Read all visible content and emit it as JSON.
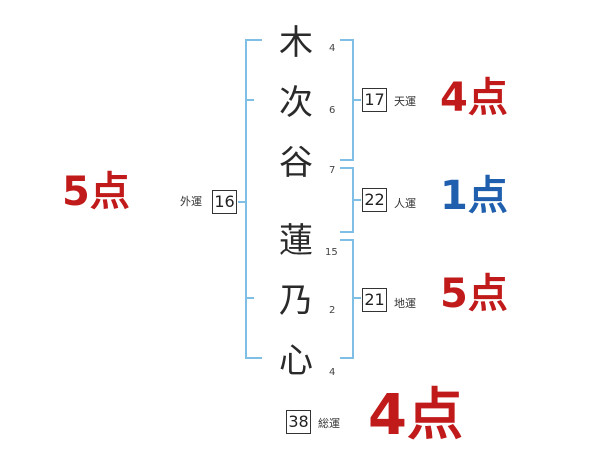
{
  "name": {
    "surname": [
      "木",
      "次",
      "谷"
    ],
    "given": [
      "蓮",
      "乃",
      "心"
    ],
    "surname_strokes": [
      "4",
      "6",
      "7"
    ],
    "given_strokes": [
      "15",
      "2",
      "4"
    ]
  },
  "fortunes": {
    "tenkaku": {
      "label": "天運",
      "value": "17",
      "score": "4点"
    },
    "jinkaku": {
      "label": "人運",
      "value": "22",
      "score": "1点"
    },
    "chikaku": {
      "label": "地運",
      "value": "21",
      "score": "5点"
    },
    "gaikaku": {
      "label": "外運",
      "value": "16",
      "score": "5点"
    },
    "soukaku": {
      "label": "総運",
      "value": "38",
      "score": "4点"
    }
  },
  "colors": {
    "good": "#c11a1a",
    "bad": "#1f5fae",
    "bracket": "#7fbfe6"
  }
}
